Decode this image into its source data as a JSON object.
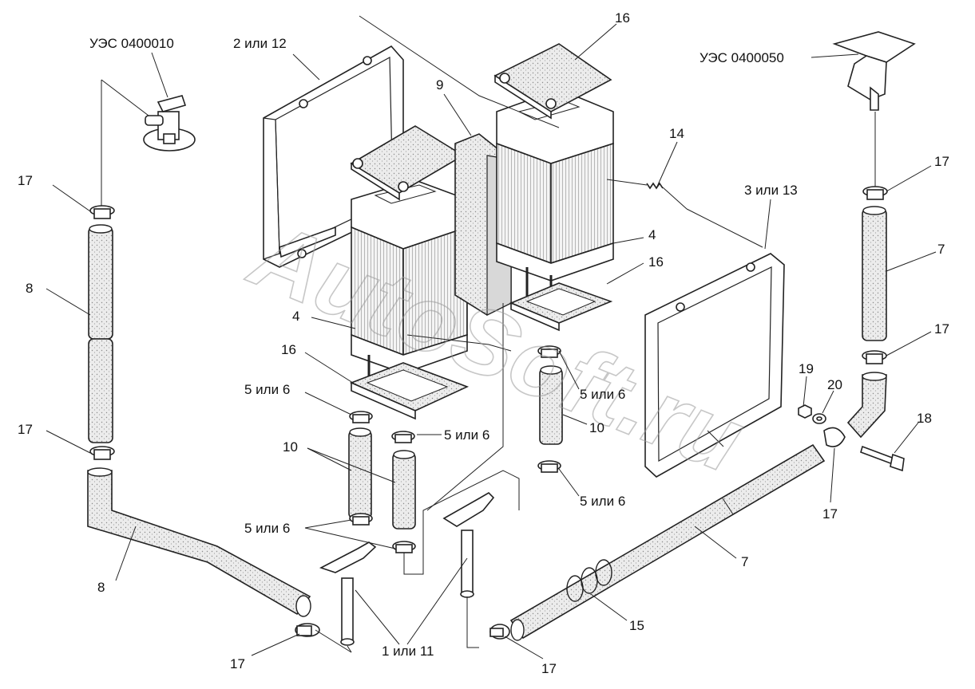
{
  "labels": {
    "ues_0400010": "УЭС 0400010",
    "ues_0400050": "УЭС 0400050",
    "frame_2_12": "2 или 12",
    "frame_3_13": "3 или 13",
    "cover_16_top": "16",
    "cover_16_mid": "16",
    "cover_16_left": "16",
    "seal_9": "9",
    "spring_14": "14",
    "core_4_left": "4",
    "core_4_right": "4",
    "clamp_17_lt": "17",
    "clamp_17_lb": "17",
    "clamp_17_rt": "17",
    "clamp_17_rm": "17",
    "clamp_17_rb": "17",
    "clamp_17_bl": "17",
    "clamp_17_bm": "17",
    "hose_8_top": "8",
    "hose_8_bottom": "8",
    "hose_7_right": "7",
    "hose_7_bottom": "7",
    "hose_10_left": "10",
    "hose_10_right": "10",
    "clamp_5_6_a": "5 или 6",
    "clamp_5_6_b": "5 или 6",
    "clamp_5_6_c": "5 или 6",
    "clamp_5_6_d": "5 или 6",
    "clamp_5_6_e": "5 или 6",
    "pipe_1_11": "1 или 11",
    "sleeve_15": "15",
    "bolt_18": "18",
    "nut_19": "19",
    "washer_20": "20"
  },
  "watermark": "AutoSoft.ru"
}
